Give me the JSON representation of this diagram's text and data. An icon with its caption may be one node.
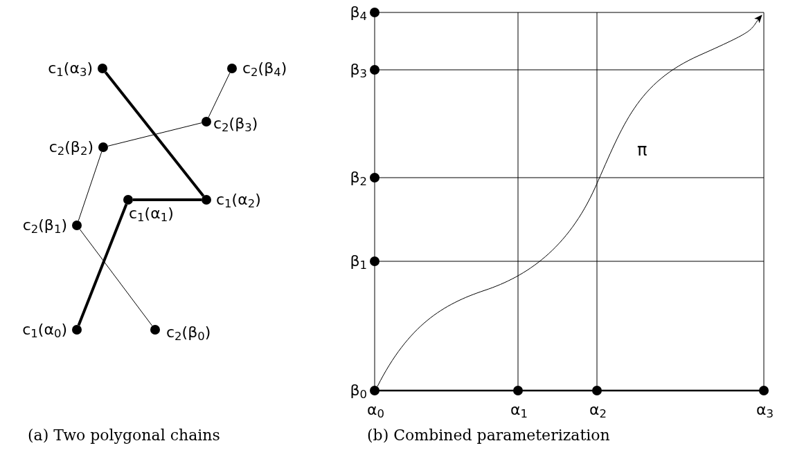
{
  "diagram": {
    "nodes": [
      {
        "text": [],
        "shape": "circle",
        "beside": [
          "c$_{1}$(α$_{3}$)"
        ]
      },
      {
        "text": [],
        "shape": "circle",
        "beside": [
          "c$_{2}$(β$_{4}$)"
        ]
      },
      {
        "text": [],
        "shape": "circle",
        "beside": [
          "c$_{2}$(β$_{3}$)"
        ]
      },
      {
        "text": [],
        "shape": "circle",
        "beside": [
          "c$_{2}$(β$_{2}$)"
        ]
      },
      {
        "text": [],
        "shape": "circle",
        "beside": [
          "c$_{1}$(α$_{2}$)"
        ]
      },
      {
        "text": [],
        "shape": "circle",
        "beside": [
          "c$_{1}$(α$_{1}$)"
        ]
      },
      {
        "text": [],
        "shape": "circle",
        "beside": [
          "c$_{2}$(β$_{1}$)"
        ]
      },
      {
        "text": [],
        "shape": "circle",
        "beside": [
          "c$_{1}$(α$_{0}$)"
        ]
      },
      {
        "text": [],
        "shape": "circle",
        "beside": [
          "c$_{2}$(β$_{0}$)"
        ]
      },
      {
        "text": [],
        "shape": "circle",
        "beside": [
          "β$_{4}$"
        ]
      },
      {
        "text": [],
        "shape": "circle",
        "beside": [
          "β$_{3}$"
        ]
      },
      {
        "text": [],
        "shape": "circle",
        "beside": [
          "β$_{2}$"
        ]
      },
      {
        "text": [],
        "shape": "circle",
        "beside": [
          "β$_{1}$"
        ]
      },
      {
        "text": [],
        "shape": "circle",
        "beside": [
          "β$_{0}$",
          "α$_{0}$"
        ]
      },
      {
        "text": [],
        "shape": "circle",
        "beside": [
          "α$_{1}$"
        ]
      },
      {
        "text": [],
        "shape": "circle",
        "beside": [
          "α$_{2}$"
        ]
      },
      {
        "text": [],
        "shape": "circle",
        "beside": [
          "α$_{3}$"
        ]
      }
    ],
    "edges": [
      {
        "from": 7,
        "to": 5,
        "arrow": "none",
        "style": "thick"
      },
      {
        "from": 5,
        "to": 4,
        "arrow": "none",
        "style": "thick"
      },
      {
        "from": 4,
        "to": 0,
        "arrow": "none",
        "style": "thick"
      },
      {
        "from": 8,
        "to": 6,
        "arrow": "none"
      },
      {
        "from": 6,
        "to": 3,
        "arrow": "none"
      },
      {
        "from": 3,
        "to": 2,
        "arrow": "none"
      },
      {
        "from": 2,
        "to": 1,
        "arrow": "none"
      },
      {
        "from": 13,
        "to": null,
        "arrow": "to",
        "label": "π"
      }
    ],
    "labels": [
      "(a) Two polygonal chains",
      "(b) Combined parameterization"
    ]
  }
}
